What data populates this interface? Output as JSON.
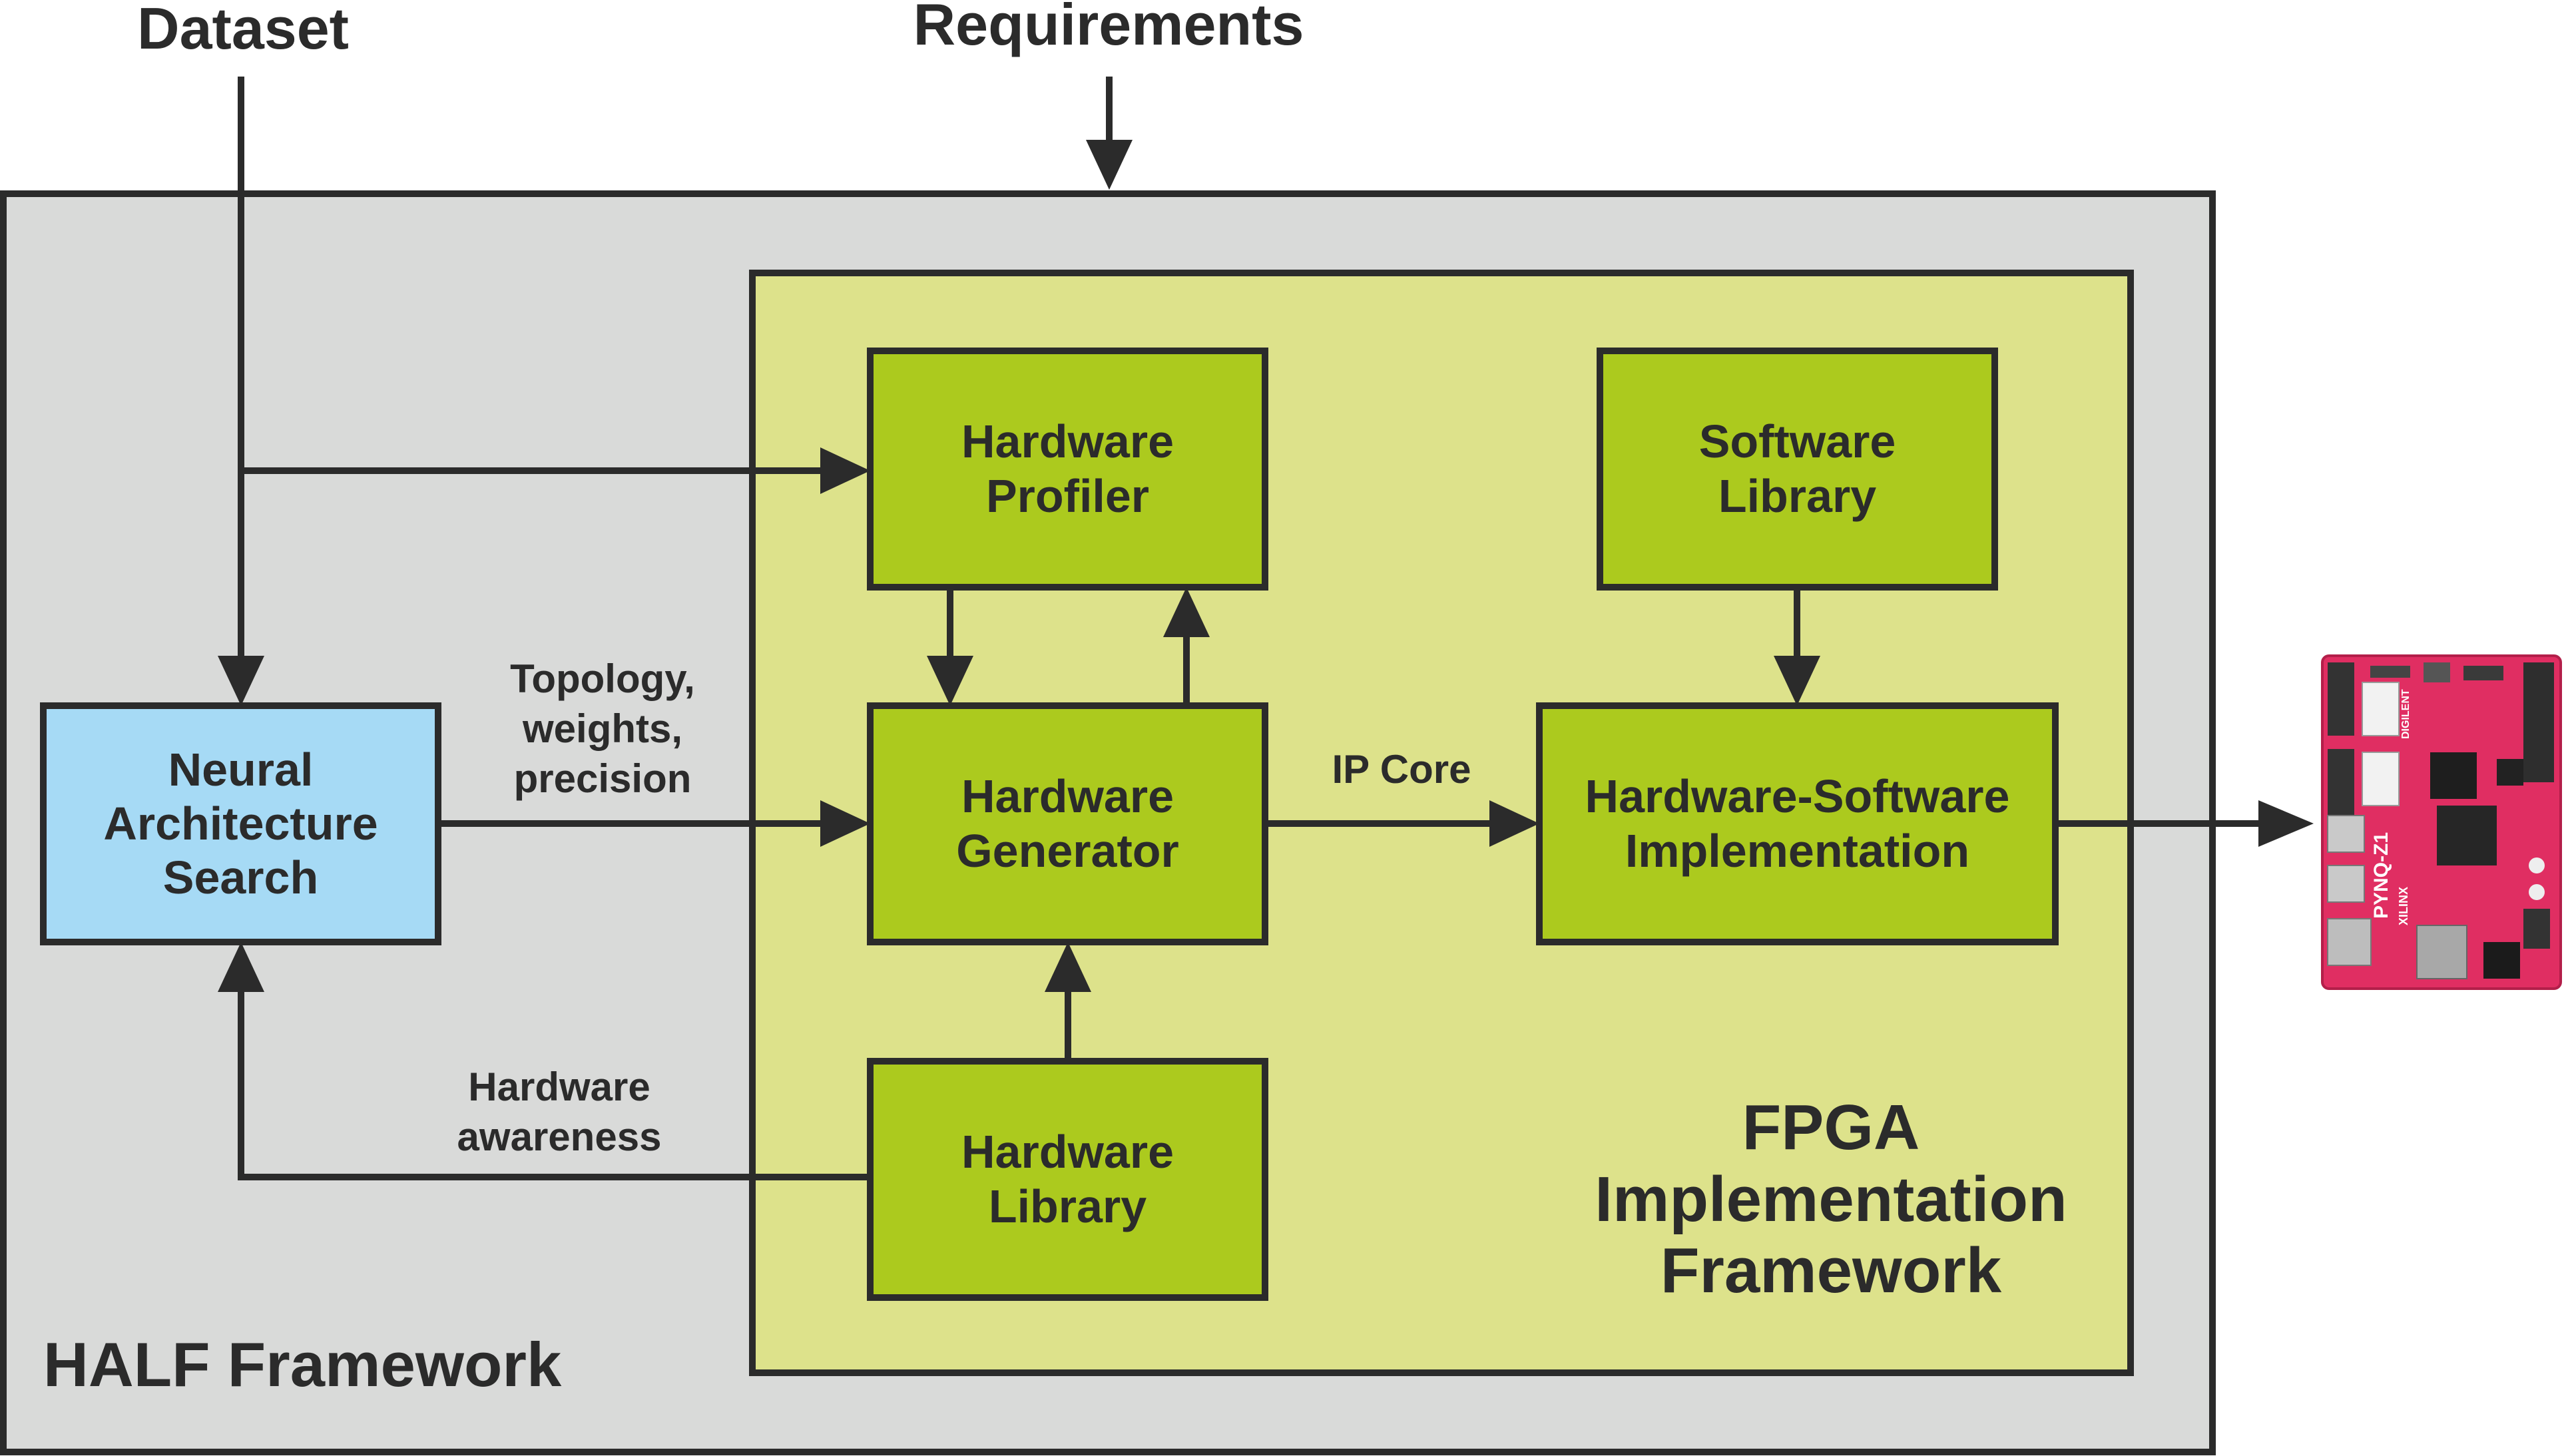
{
  "inputs": {
    "dataset": "Dataset",
    "requirements": "Requirements"
  },
  "frameworks": {
    "half": "HALF Framework",
    "fpga": [
      "FPGA",
      "Implementation",
      "Framework"
    ]
  },
  "blocks": {
    "nas": [
      "Neural",
      "Architecture",
      "Search"
    ],
    "hardware_profiler": [
      "Hardware",
      "Profiler"
    ],
    "hardware_generator": [
      "Hardware",
      "Generator"
    ],
    "hardware_library": [
      "Hardware",
      "Library"
    ],
    "software_library": [
      "Software",
      "Library"
    ],
    "hw_sw_implementation": [
      "Hardware-Software",
      "Implementation"
    ]
  },
  "edge_labels": {
    "topology": [
      "Topology,",
      "weights,",
      "precision"
    ],
    "ip_core": "IP Core",
    "hardware_awareness": [
      "Hardware",
      "awareness"
    ]
  },
  "board": {
    "model": "PYNQ-Z1",
    "maker": "DIGILENT",
    "vendor": "XILINX"
  },
  "colors": {
    "outer_bg": "#d9dad9",
    "fpga_bg": "#dde28b",
    "block_green": "#acca1e",
    "nas_blue": "#a6daf5",
    "stroke": "#2b2b2b",
    "board_pink": "#e02e62"
  }
}
